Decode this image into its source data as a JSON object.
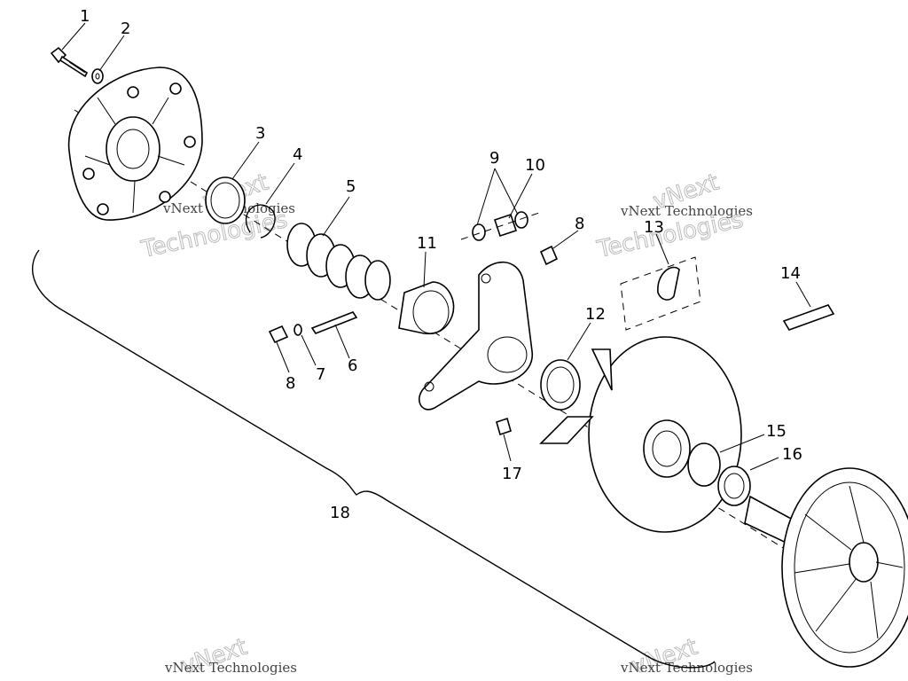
{
  "callouts": [
    "1",
    "2",
    "3",
    "4",
    "5",
    "6",
    "7",
    "8",
    "8",
    "9",
    "10",
    "11",
    "12",
    "13",
    "14",
    "15",
    "16",
    "17",
    "18"
  ],
  "watermark": {
    "line1": "vNext Technologies",
    "big_top": "vNext",
    "big_bottom": "Technologies"
  }
}
